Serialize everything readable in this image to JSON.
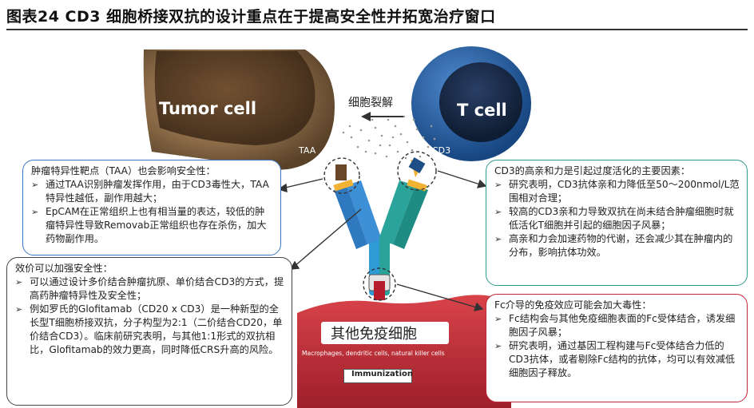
{
  "page": {
    "title": "图表24    CD3 细胞桥接双抗的设计重点在于提高安全性并拓宽治疗窗口"
  },
  "illustration": {
    "tumor_cell": "Tumor cell",
    "t_cell": "T cell",
    "taa": "TAA",
    "cd3": "CD3",
    "lysis": "细胞裂解",
    "immune_cells_title": "其他免疫细胞",
    "immune_cells_subtitle": "Macrophages, dendritic cells, natural killer cells",
    "immunization": "Immunization"
  },
  "boxes": {
    "taa": {
      "head": "肿瘤特异性靶点（TAA）也会影响安全性：",
      "items": [
        "通过TAA识别肿瘤发挥作用，由于CD3毒性大，TAA特异性越低，副作用越大；",
        "EpCAM在正常组织上也有相当量的表达，较低的肿瘤特异性导致Removab正常组织也存在杀伤，加大药物副作用。"
      ]
    },
    "cd3": {
      "head": "CD3的高亲和力是引起过度活化的主要因素：",
      "items": [
        "研究表明，CD3抗体亲和力降低至50～200nmol/L范围相对合理；",
        "较高的CD3亲和力导致双抗在尚未结合肿瘤细胞时就低活化T细胞并引起的细胞因子风暴；",
        "高亲和力会加速药物的代谢，还会减少其在肿瘤内的分布，影响抗体功效。"
      ]
    },
    "valency": {
      "head": "效价可以加强安全性：",
      "items": [
        "可以通过设计多价结合肿瘤抗原、单价结合CD3的方式，提高药肿瘤特异性及安全性；",
        "例如罗氏的Glofitamab（CD20 x CD3）是一种新型的全长型T细胞桥接双抗，分子构型为2:1（二价结合CD20，单价结合CD3）。临床前研究表明，与其他1:1形式的双抗相比，Glofitamab的效力更高，同时降低CRS升高的风险。"
      ]
    },
    "fc": {
      "head": "Fc介导的免疫效应可能会加大毒性：",
      "items": [
        "Fc结构会与其他免疫细胞表面的Fc受体结合，诱发细胞因子风暴；",
        "研究表明，通过基因工程构建与Fc受体结合力低的CD3抗体，或者剔除Fc结构的抗体，均可以有效减低细胞因子释放。"
      ]
    }
  },
  "colors": {
    "tumor": "#7a5a3a",
    "tcell": "#1f5a92",
    "immune": "#c02c37",
    "box_blue": "#3c78c8",
    "box_teal": "#2a9a8a",
    "box_dark": "#444444",
    "box_red": "#c0273a",
    "antibody_blue": "#3d8fd6",
    "antibody_teal": "#2aa39a",
    "antibody_fc": "#2e9bd6",
    "hinge": "#f2b233"
  }
}
